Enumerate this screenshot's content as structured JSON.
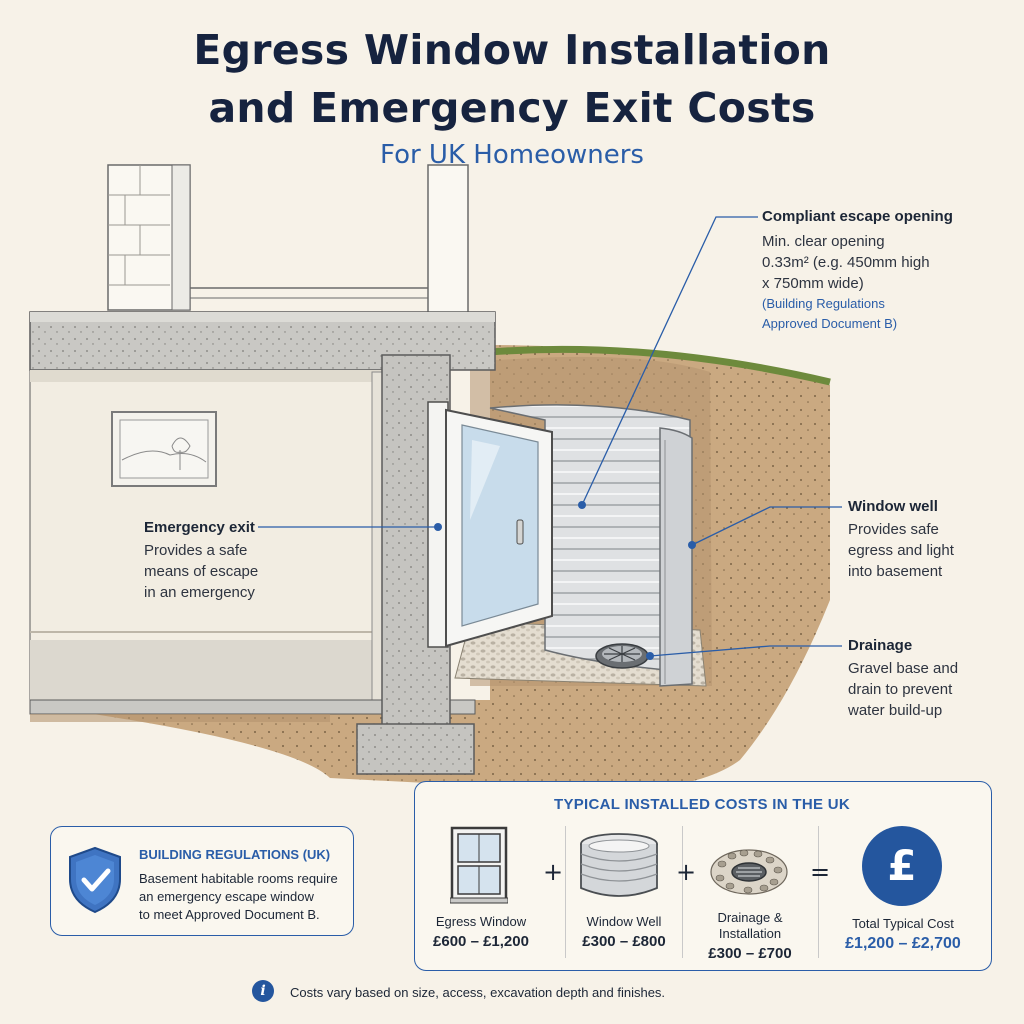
{
  "header": {
    "title_line1": "Egress Window Installation",
    "title_line2": "and Emergency Exit Costs",
    "subtitle": "For UK Homeowners"
  },
  "callouts": {
    "opening": {
      "title": "Compliant escape opening",
      "line1": "Min. clear opening",
      "line2": "0.33m² (e.g. 450mm high",
      "line3": "x 750mm wide)",
      "ref1": "(Building Regulations",
      "ref2": "Approved Document B)"
    },
    "exit": {
      "title": "Emergency exit",
      "line1": "Provides a safe",
      "line2": "means of escape",
      "line3": "in an emergency"
    },
    "well": {
      "title": "Window well",
      "line1": "Provides safe",
      "line2": "egress and light",
      "line3": "into basement"
    },
    "drainage": {
      "title": "Drainage",
      "line1": "Gravel base and",
      "line2": "drain to prevent",
      "line3": "water build-up"
    }
  },
  "regulations": {
    "title": "BUILDING REGULATIONS (UK)",
    "line1": "Basement habitable rooms require",
    "line2": "an emergency escape window",
    "line3": "to meet Approved Document B."
  },
  "costs": {
    "heading": "TYPICAL INSTALLED COSTS IN THE UK",
    "plus": "+",
    "equals": "=",
    "window": {
      "label": "Egress Window",
      "value": "£600 – £1,200"
    },
    "well": {
      "label": "Window Well",
      "value": "£300 – £800"
    },
    "drainage": {
      "label1": "Drainage &",
      "label2": "Installation",
      "value": "£300 – £700"
    },
    "total": {
      "symbol": "£",
      "label": "Total Typical Cost",
      "value": "£1,200 – £2,700"
    }
  },
  "footer": {
    "info_symbol": "i",
    "note": "Costs vary based on size, access, excavation depth and finishes."
  },
  "colors": {
    "accent": "#2a5da8",
    "navy": "#16233f",
    "background": "#f7f2e8",
    "concrete": "#c9c8c4",
    "soil": "#c9b08a"
  }
}
